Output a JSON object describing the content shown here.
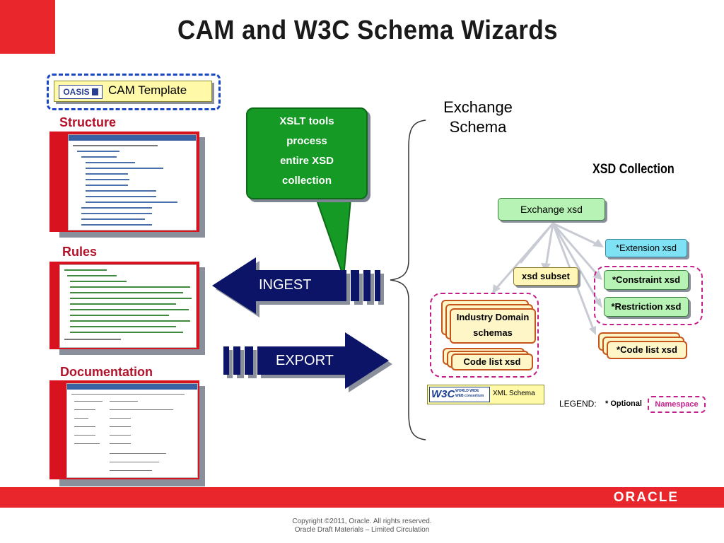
{
  "slide": {
    "title": "CAM and W3C Schema Wizards"
  },
  "template_badge": {
    "logo_text": "OASIS",
    "label": "CAM Template"
  },
  "sections": {
    "structure": "Structure",
    "rules": "Rules",
    "documentation": "Documentation"
  },
  "callout": {
    "lines": [
      "XSLT tools",
      "process",
      "entire XSD",
      "collection"
    ]
  },
  "arrows": {
    "ingest": "INGEST",
    "export": "EXPORT"
  },
  "exchange_schema": {
    "title_line1": "Exchange",
    "title_line2": "Schema",
    "collection_label": "XSD Collection"
  },
  "nodes": {
    "exchange_xsd": "Exchange xsd",
    "extension_xsd": "*Extension xsd",
    "xsd_subset": "xsd subset",
    "constraint_xsd": "*Constraint xsd",
    "restriction_xsd": "*Restriction xsd",
    "industry_line1": "Industry Domain",
    "industry_line2": "schemas",
    "code_list_xsd_left": "Code list xsd",
    "code_list_xsd_right": "*Code list xsd"
  },
  "w3c": {
    "logo_text": "W3C",
    "logo_sub": "WORLD WIDE WEB consortium",
    "label": "XML Schema"
  },
  "legend": {
    "label": "LEGEND:",
    "optional": "* Optional",
    "namespace": "Namespace"
  },
  "footer": {
    "brand": "ORACLE",
    "copyright_line1": "Copyright ©2011, Oracle. All rights reserved.",
    "copyright_line2": "Oracle Draft Materials – Limited Circulation"
  },
  "colors": {
    "oracle_red": "#e8262b",
    "navy": "#0b1466",
    "green": "#169a26",
    "magenta": "#c41e8a"
  }
}
